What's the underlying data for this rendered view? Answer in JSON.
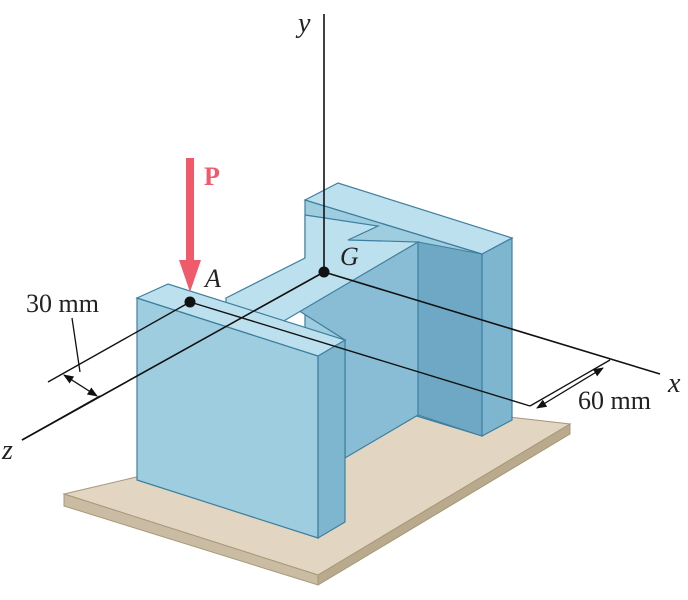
{
  "labels": {
    "y_axis": "y",
    "x_axis": "x",
    "z_axis": "z",
    "load": "P",
    "point_a": "A",
    "point_g": "G",
    "dim_30": "30 mm",
    "dim_60": "60 mm"
  },
  "colors": {
    "block_face_front": "#9ecde0",
    "block_face_side": "#7eb6cf",
    "block_face_top": "#bde0ee",
    "block_edge": "#3e7f9e",
    "base_top": "#e2d6c2",
    "base_side": "#b9a98d",
    "load_arrow": "#ef5b6b",
    "line": "#111111"
  }
}
